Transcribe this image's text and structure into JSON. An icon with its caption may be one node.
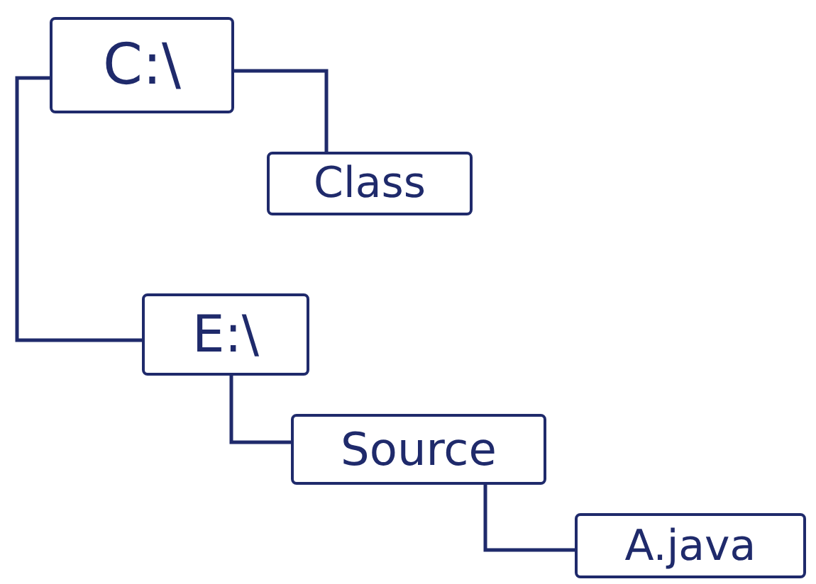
{
  "diagram": {
    "nodes": [
      {
        "text": [
          "C:\\"
        ]
      },
      {
        "text": [
          "Class"
        ]
      },
      {
        "text": [
          "E:\\"
        ]
      },
      {
        "text": [
          "Source"
        ]
      },
      {
        "text": [
          "A.java"
        ]
      }
    ],
    "edges": [
      {
        "from": 0,
        "to": 1,
        "arrow": "none"
      },
      {
        "from": 0,
        "to": 2,
        "arrow": "none"
      },
      {
        "from": 2,
        "to": 3,
        "arrow": "none"
      },
      {
        "from": 3,
        "to": 4,
        "arrow": "none"
      }
    ]
  }
}
